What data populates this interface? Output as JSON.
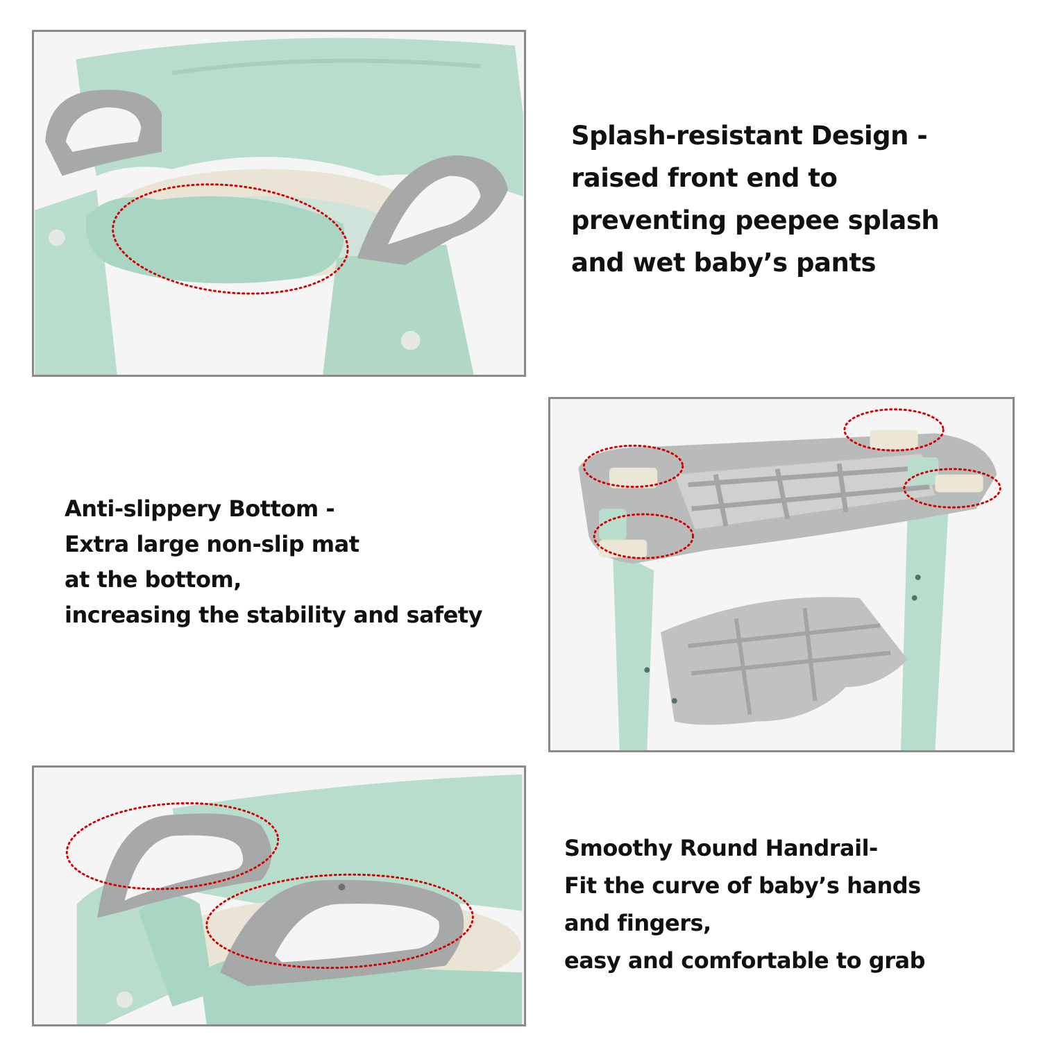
{
  "features": [
    {
      "id": "splash",
      "lines": [
        "Splash-resistant Design -",
        "raised front end to",
        "preventing peepee splash",
        "and wet baby’s pants"
      ]
    },
    {
      "id": "anti-slip",
      "lines": [
        "Anti-slippery Bottom -",
        "Extra large non-slip mat",
        "at the bottom,",
        "increasing the stability and safety"
      ]
    },
    {
      "id": "handrail",
      "lines": [
        "Smoothy Round Handrail-",
        "Fit the curve of baby’s hands",
        "and fingers,",
        "easy and comfortable to grab"
      ]
    }
  ],
  "colors": {
    "mint": "#b8ddcc",
    "gray": "#a6a9a8",
    "cream": "#ece6d6",
    "highlight": "#d40000",
    "frame": "#8a8a8a"
  }
}
